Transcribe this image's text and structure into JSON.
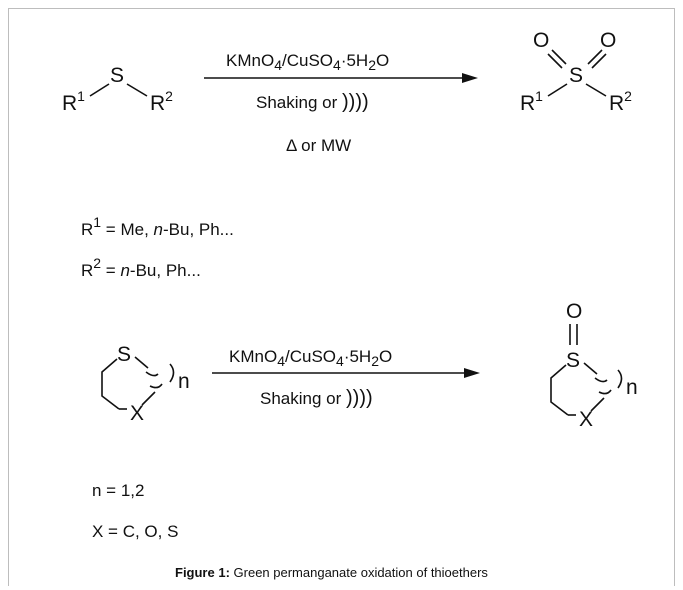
{
  "scheme1": {
    "reactant": {
      "atom_s": "S",
      "r1_main": "R",
      "r1_sup": "1",
      "r2_main": "R",
      "r2_sup": "2"
    },
    "reagent_top": {
      "a": "KMnO",
      "a_sub": "4",
      "b": "/CuSO",
      "b_sub": "4",
      "c": "·5H",
      "c_sub": "2",
      "d": "O"
    },
    "condition_1": {
      "text": "Shaking or ",
      "ultra": "))))"
    },
    "condition_2": "Δ or MW",
    "product": {
      "atom_s": "S",
      "atom_o1": "O",
      "atom_o2": "O",
      "r1_main": "R",
      "r1_sup": "1",
      "r2_main": "R",
      "r2_sup": "2"
    }
  },
  "definitions": {
    "r1": {
      "main": "R",
      "sup": "1",
      "pre": " = Me, ",
      "ital": "n",
      "post": "-Bu, Ph..."
    },
    "r2": {
      "main": "R",
      "sup": "2",
      "pre": " = ",
      "ital": "n",
      "post": "-Bu, Ph..."
    }
  },
  "scheme2": {
    "reactant": {
      "atom_s": "S",
      "atom_x": "X",
      "n": "n"
    },
    "reagent_top": {
      "a": "KMnO",
      "a_sub": "4",
      "b": "/CuSO",
      "b_sub": "4",
      "c": "·5H",
      "c_sub": "2",
      "d": "O"
    },
    "condition_1": {
      "text": "Shaking or ",
      "ultra": "))))"
    },
    "product": {
      "atom_s": "S",
      "atom_x": "X",
      "atom_o": "O",
      "n": "n"
    }
  },
  "variables": {
    "n_def": "n = 1,2",
    "x_def": "X = C, O, S"
  },
  "caption": {
    "label": "Figure 1:",
    "text": " Green permanganate oxidation of thioethers"
  }
}
